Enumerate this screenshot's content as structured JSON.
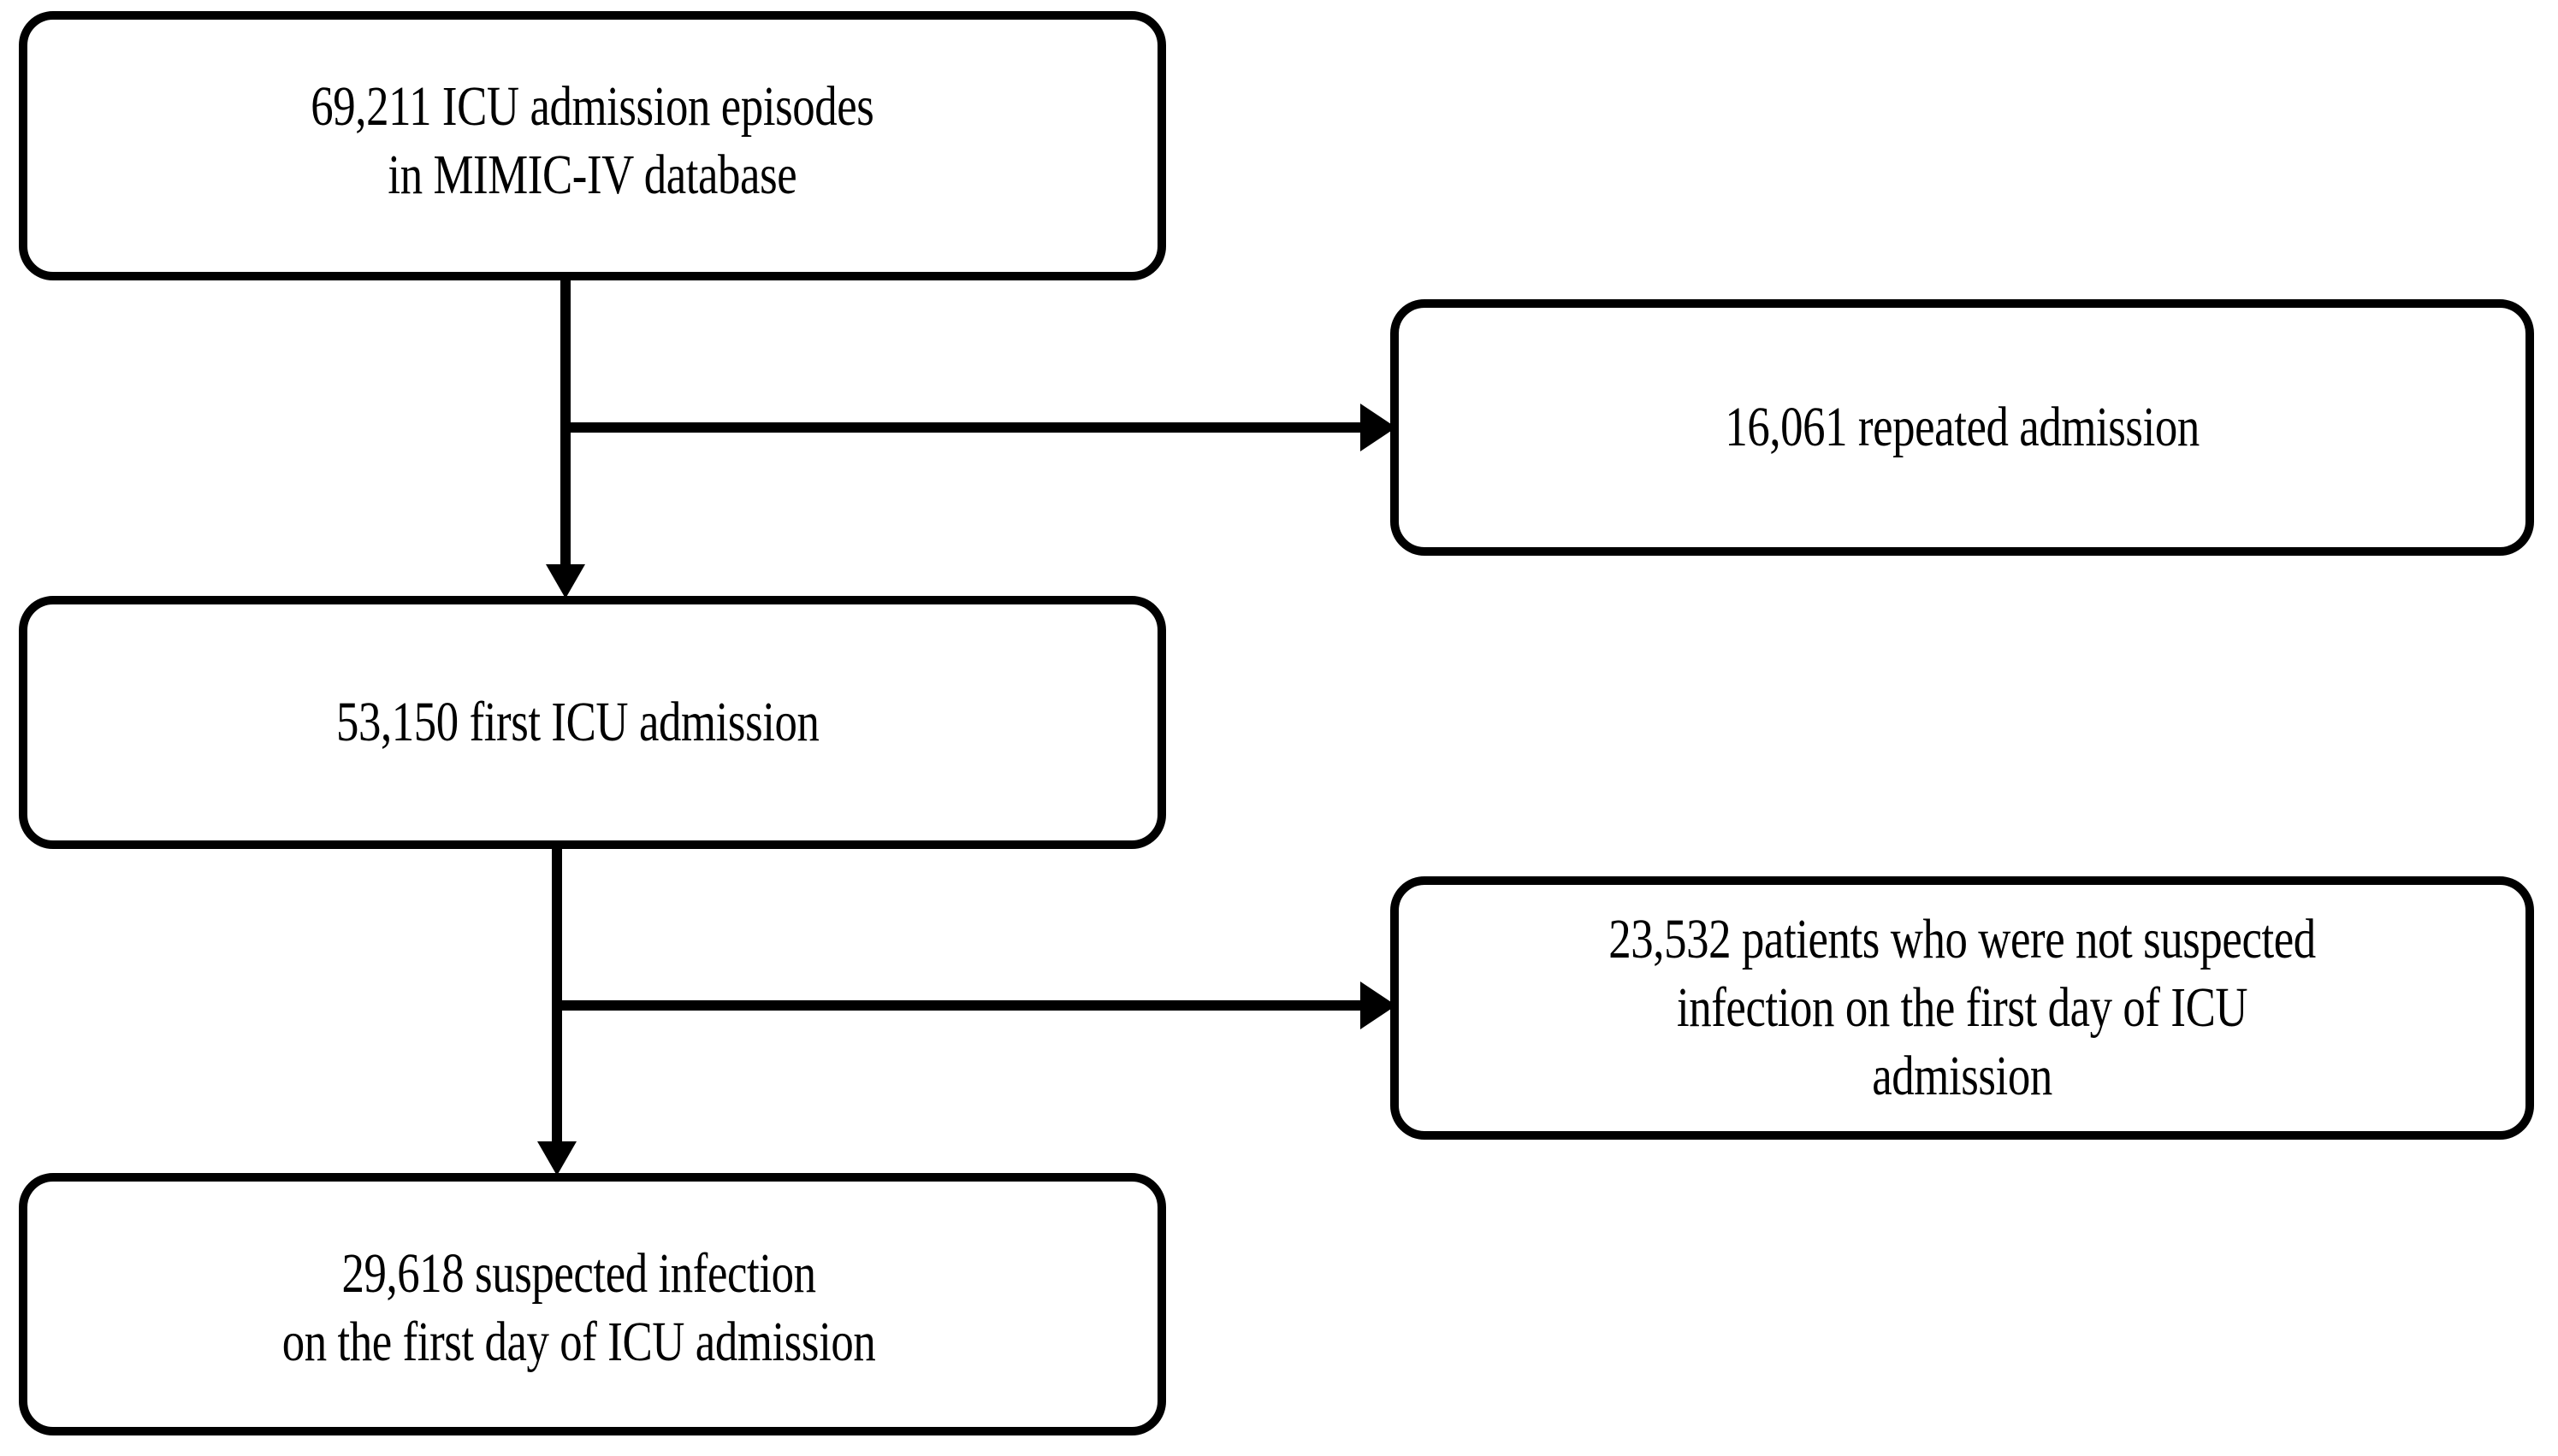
{
  "diagram": {
    "type": "flowchart",
    "title": "Patient selection flow diagram",
    "colors": {
      "stroke": "#000000",
      "fill": "#ffffff",
      "text": "#000000"
    },
    "nodes": [
      {
        "id": "node-1",
        "role": "cohort-source",
        "text": "69,211 ICU admission episodes\nin MIMIC-IV database",
        "count": "69,211",
        "lines": [
          "69,211 ICU admission episodes",
          "in MIMIC-IV database"
        ]
      },
      {
        "id": "node-2",
        "role": "cohort-step",
        "text": "53,150 first ICU admission",
        "count": "53,150",
        "lines": [
          "53,150 first ICU admission"
        ]
      },
      {
        "id": "node-3",
        "role": "cohort-final",
        "text": "29,618 suspected infection\non the first day of  ICU admission",
        "count": "29,618",
        "lines": [
          "29,618 suspected infection",
          "on the first day of  ICU admission"
        ]
      }
    ],
    "exclusions": [
      {
        "id": "node-side-1",
        "role": "exclusion",
        "text": "16,061 repeated admission",
        "count": "16,061",
        "lines": [
          "16,061 repeated admission"
        ]
      },
      {
        "id": "node-side-2",
        "role": "exclusion",
        "text": "23,532 patients who were not suspected\ninfection on the first day of  ICU\nadmission",
        "count": "23,532",
        "lines": [
          "23,532 patients who were not suspected",
          "infection on the first day of  ICU",
          "admission"
        ]
      }
    ],
    "connectors": [
      {
        "id": "trunk-1",
        "from": "node-1",
        "to": "node-2",
        "direction": "down",
        "arrowhead": true
      },
      {
        "id": "branch-1",
        "from": "trunk-1",
        "to": "node-side-1",
        "direction": "right",
        "arrowhead": true
      },
      {
        "id": "trunk-2",
        "from": "node-2",
        "to": "node-3",
        "direction": "down",
        "arrowhead": true
      },
      {
        "id": "branch-2",
        "from": "trunk-2",
        "to": "node-side-2",
        "direction": "right",
        "arrowhead": true
      }
    ]
  }
}
